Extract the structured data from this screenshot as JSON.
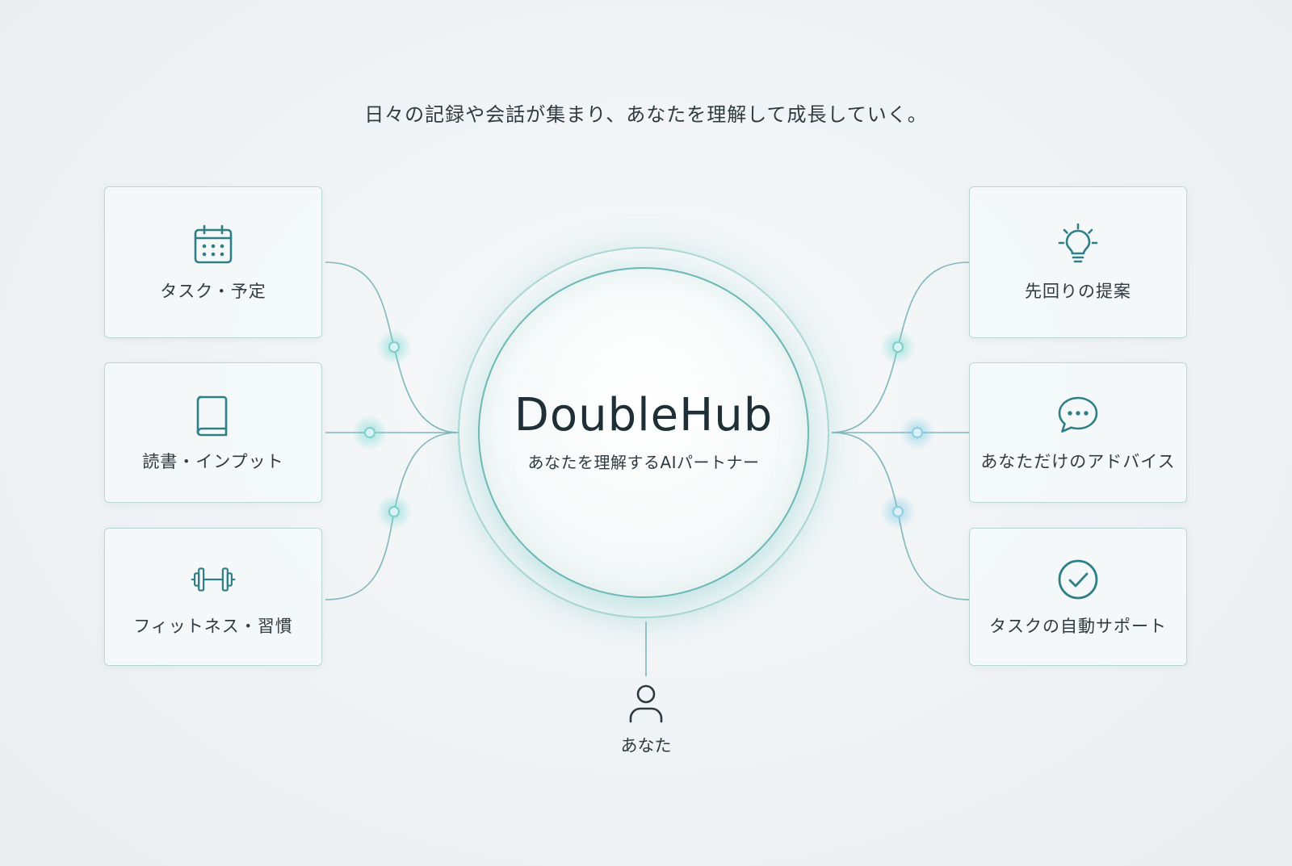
{
  "tagline": "日々の記録や会話が集まり、あなたを理解して成長していく。",
  "hub": {
    "title": "DoubleHub",
    "subtitle": "あなたを理解するAIパートナー"
  },
  "inputs": [
    {
      "label": "タスク・予定",
      "icon": "calendar-icon"
    },
    {
      "label": "読書・インプット",
      "icon": "book-icon"
    },
    {
      "label": "フィットネス・習慣",
      "icon": "dumbbell-icon"
    }
  ],
  "outputs": [
    {
      "label": "先回りの提案",
      "icon": "lightbulb-icon"
    },
    {
      "label": "あなただけのアドバイス",
      "icon": "chat-bubble-icon"
    },
    {
      "label": "タスクの自動サポート",
      "icon": "check-circle-icon"
    }
  ],
  "user": {
    "label": "あなた",
    "icon": "person-icon"
  },
  "colors": {
    "accent": "#2f7f86",
    "line": "#7fb7bb",
    "card_border": "#b7d6d3",
    "glow": "#5fd3cc"
  }
}
